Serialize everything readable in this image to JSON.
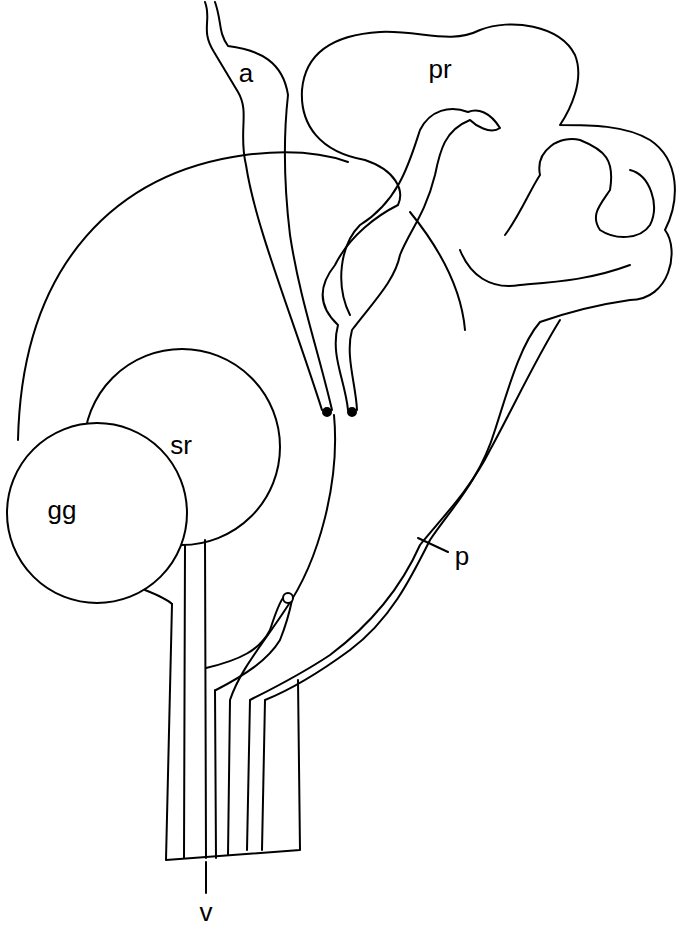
{
  "diagram": {
    "labels": [
      "a",
      "pr",
      "sr",
      "gg",
      "p",
      "v"
    ]
  }
}
